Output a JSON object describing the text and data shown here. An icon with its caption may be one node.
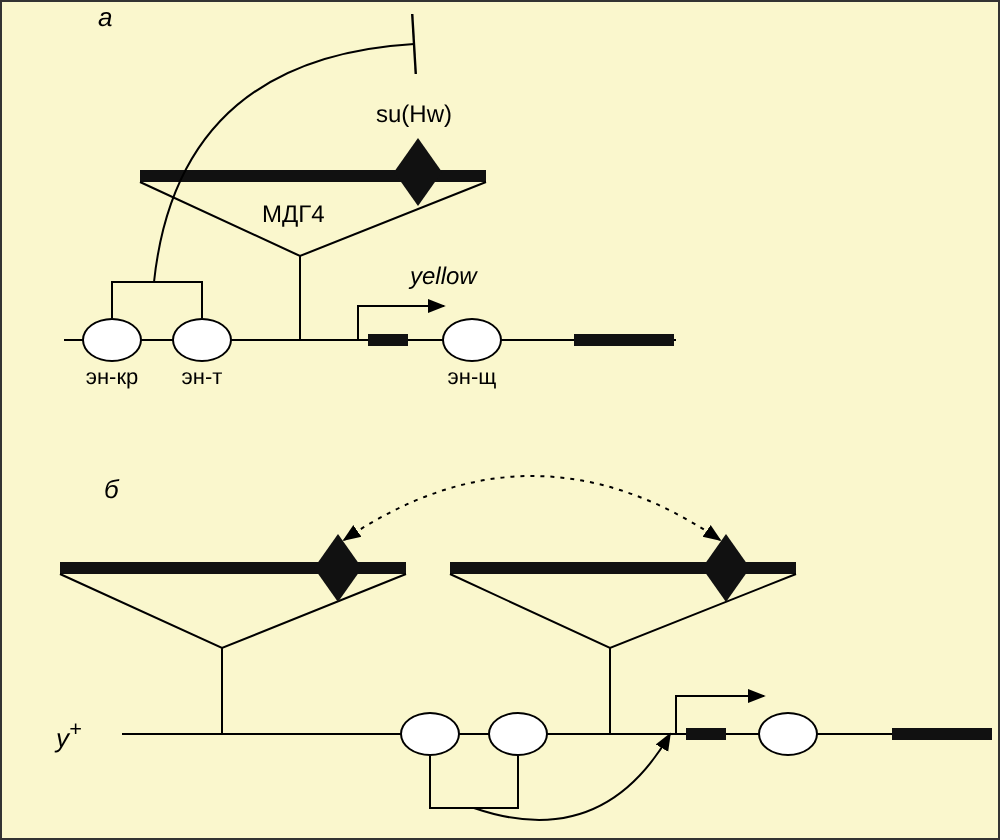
{
  "diagram": {
    "nodes": [
      {
        "text": [],
        "shape": "diamond"
      },
      {
        "text": [],
        "shape": "ellipse",
        "beside": [
          "эн-кр"
        ]
      },
      {
        "text": [],
        "shape": "ellipse",
        "beside": [
          "эн-т"
        ]
      },
      {
        "text": [],
        "shape": "ellipse",
        "beside": [
          "эн-щ"
        ]
      },
      {
        "text": [],
        "shape": "diamond"
      },
      {
        "text": [],
        "shape": "diamond"
      },
      {
        "text": [],
        "shape": "ellipse"
      },
      {
        "text": [],
        "shape": "ellipse"
      },
      {
        "text": [],
        "shape": "arrow"
      },
      {
        "text": [],
        "shape": "ellipse"
      }
    ],
    "edges": [
      {
        "from": 1,
        "to": 2,
        "arrow": "none"
      },
      {
        "from": 1,
        "to": null,
        "arrow": "other"
      },
      {
        "from": 4,
        "to": 5,
        "arrow": "both",
        "style": "dashed"
      },
      {
        "from": 6,
        "to": 7,
        "arrow": "none"
      },
      {
        "from": 6,
        "to": 8,
        "arrow": "to"
      }
    ],
    "labels": [
      "а",
      "su(Hw)",
      "МДГ4",
      "yellow",
      "б",
      "y$^{+}$"
    ]
  }
}
